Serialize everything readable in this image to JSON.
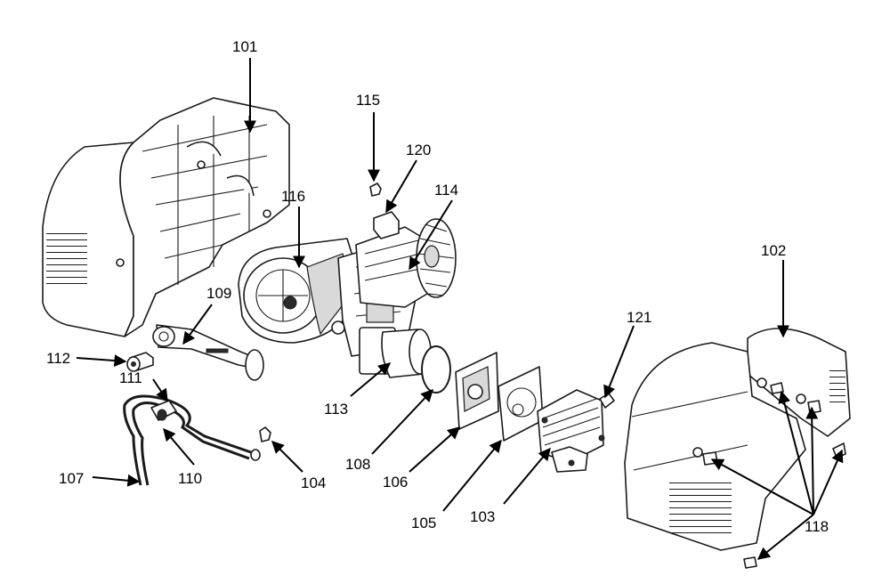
{
  "callouts": {
    "c101": "101",
    "c102": "102",
    "c103": "103",
    "c104": "104",
    "c105": "105",
    "c106": "106",
    "c107": "107",
    "c108": "108",
    "c109": "109",
    "c110": "110",
    "c111": "111",
    "c112": "112",
    "c113": "113",
    "c114": "114",
    "c115": "115",
    "c116": "116",
    "c118": "118",
    "c120": "120",
    "c121": "121"
  }
}
